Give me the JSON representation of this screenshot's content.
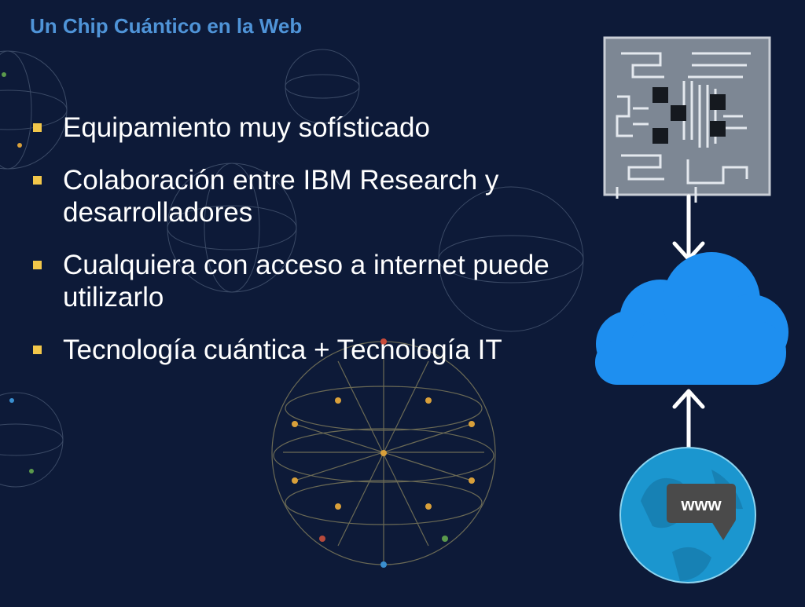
{
  "title": "Un Chip Cuántico en la Web",
  "bullets": [
    "Equipamiento muy sofísticado",
    "Colaboración entre IBM Research y desarrolladores",
    "Cualquiera con acceso a internet puede utilizarlo",
    "Tecnología cuántica + Tecnología IT"
  ],
  "web_badge_text": "www",
  "colors": {
    "background": "#0d1a38",
    "title": "#4f94d8",
    "bullet_marker": "#f2c74a",
    "cloud": "#1e8ff0",
    "globe": "#1b96cf",
    "chip": "#7d8794"
  },
  "icons": [
    "quantum-chip-icon",
    "arrow-down-icon",
    "cloud-icon",
    "arrow-up-icon",
    "globe-web-icon"
  ]
}
